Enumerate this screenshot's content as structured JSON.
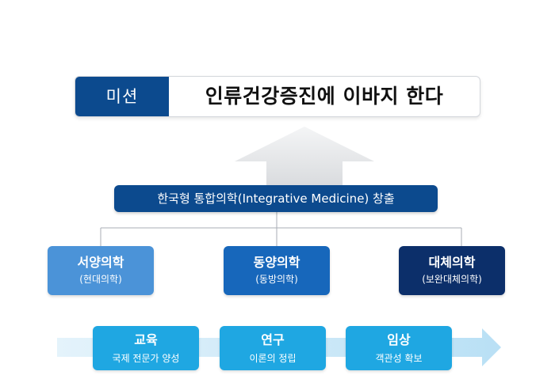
{
  "mission": {
    "label": "미션",
    "text": "인류건강증진에 이바지 한다"
  },
  "center_title": "한국형 통합의학(Integrative Medicine) 창출",
  "medicine_types": [
    {
      "name": "서양의학",
      "sub": "(현대의학)",
      "color": "#4b93d8"
    },
    {
      "name": "동양의학",
      "sub": "(동방의학)",
      "color": "#1767bb"
    },
    {
      "name": "대체의학",
      "sub": "(보완대체의학)",
      "color": "#0c2f6a"
    }
  ],
  "activities": [
    {
      "name": "교육",
      "sub": "국제 전문가 양성"
    },
    {
      "name": "연구",
      "sub": "이론의 정립"
    },
    {
      "name": "임상",
      "sub": "객관성 확보"
    }
  ],
  "colors": {
    "primary_navy": "#0c4a8e",
    "activity_blue": "#1fa7e2",
    "arrow_light_blue": "#c6e6f7",
    "up_arrow_gray": "#e6e7e9"
  }
}
